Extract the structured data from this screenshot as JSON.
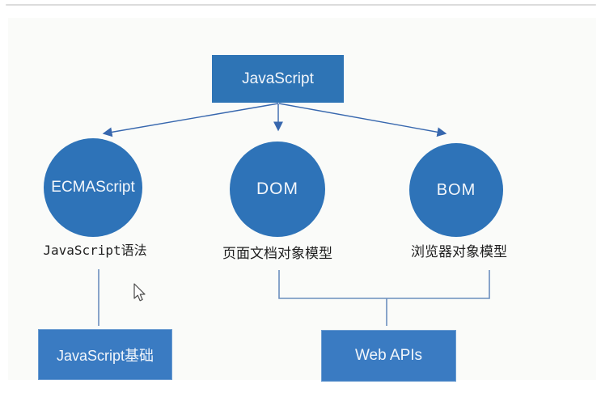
{
  "colors": {
    "page_background": "#ffffff",
    "panel_background": "#fafbf9",
    "divider": "#dcdcdc",
    "root_box": "#2e74b5",
    "circle_fill": "#2e73b8",
    "bottom_box": "#3a7bc2",
    "arrow_line": "#3767ae",
    "connector_line": "#6b8fbe",
    "text_on_blue": "#f2f6fb",
    "label_text": "#1f1f1f"
  },
  "diagram": {
    "root": {
      "label": "JavaScript"
    },
    "nodes": [
      {
        "id": "ecmascript",
        "label": "ECMAScript",
        "sublabel": "JavaScript语法"
      },
      {
        "id": "dom",
        "label": "DOM",
        "sublabel": "页面文档对象模型"
      },
      {
        "id": "bom",
        "label": "BOM",
        "sublabel": "浏览器对象模型"
      }
    ],
    "groups": [
      {
        "id": "javascript-basics",
        "label": "JavaScript基础"
      },
      {
        "id": "web-apis",
        "label": "Web APIs"
      }
    ],
    "edges": [
      {
        "from": "JavaScript",
        "to": "ECMAScript",
        "type": "arrow"
      },
      {
        "from": "JavaScript",
        "to": "DOM",
        "type": "arrow"
      },
      {
        "from": "JavaScript",
        "to": "BOM",
        "type": "arrow"
      },
      {
        "from": "JavaScript语法",
        "to": "JavaScript基础",
        "type": "line"
      },
      {
        "from": "页面文档对象模型 + 浏览器对象模型",
        "to": "Web APIs",
        "type": "bracket"
      }
    ]
  },
  "cursor": {
    "type": "arrow-cursor"
  }
}
